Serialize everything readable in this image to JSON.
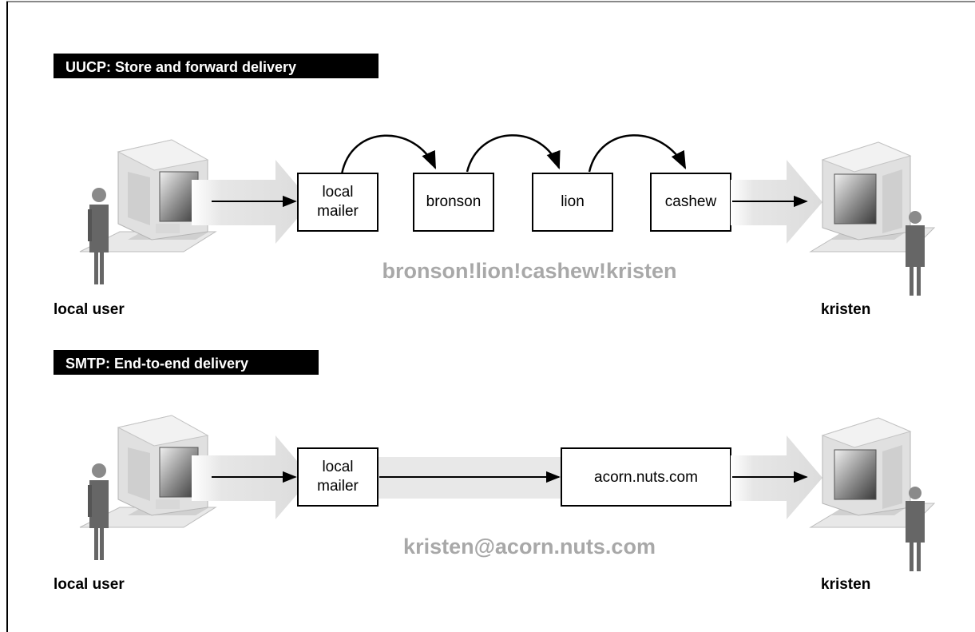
{
  "uucp": {
    "heading": "UUCP: Store and forward delivery",
    "hops": [
      {
        "line1": "local",
        "line2": "mailer"
      },
      {
        "line1": "bronson"
      },
      {
        "line1": "lion"
      },
      {
        "line1": "cashew"
      }
    ],
    "address": "bronson!lion!cashew!kristen",
    "sender_label": "local user",
    "recipient_label": "kristen"
  },
  "smtp": {
    "heading": "SMTP: End-to-end delivery",
    "local_mailer": {
      "line1": "local",
      "line2": "mailer"
    },
    "destination": "acorn.nuts.com",
    "address": "kristen@acorn.nuts.com",
    "sender_label": "local user",
    "recipient_label": "kristen"
  },
  "colors": {
    "heading_bg": "#000000",
    "heading_fg": "#ffffff",
    "address_text": "#a8a8a8",
    "wide_arrow": "#e4e4e4",
    "box_border": "#000000"
  },
  "icons": [
    "computer-icon",
    "person-icon"
  ]
}
